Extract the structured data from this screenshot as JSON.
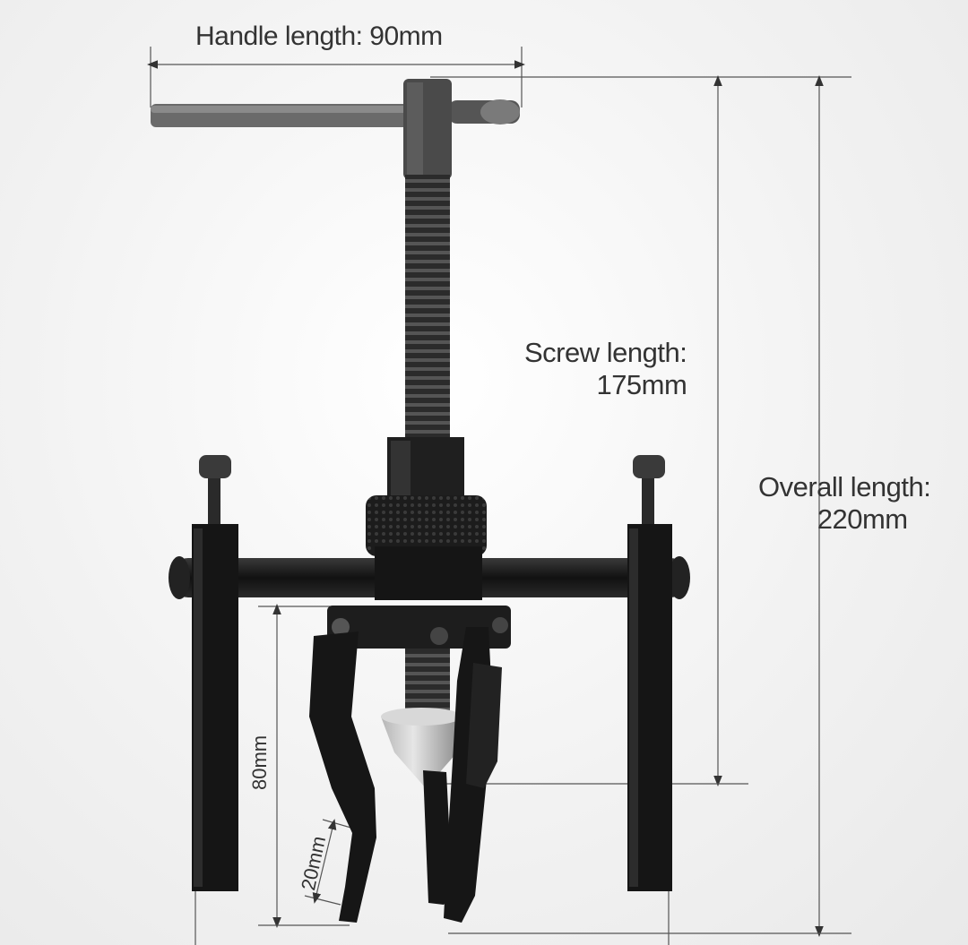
{
  "labels": {
    "handle_length": "Handle length: 90mm",
    "screw_length_line1": "Screw length:",
    "screw_length_line2": "175mm",
    "overall_length_line1": "Overall length:",
    "overall_length_line2": "220mm",
    "jaw_length": "80mm",
    "jaw_tip": "20mm"
  },
  "colors": {
    "tool_body": "#1a1a1a",
    "handle": "#5b5b5b",
    "cone": "#c8c8c8",
    "dimension_line": "#555555",
    "background": "#f4f4f4"
  }
}
